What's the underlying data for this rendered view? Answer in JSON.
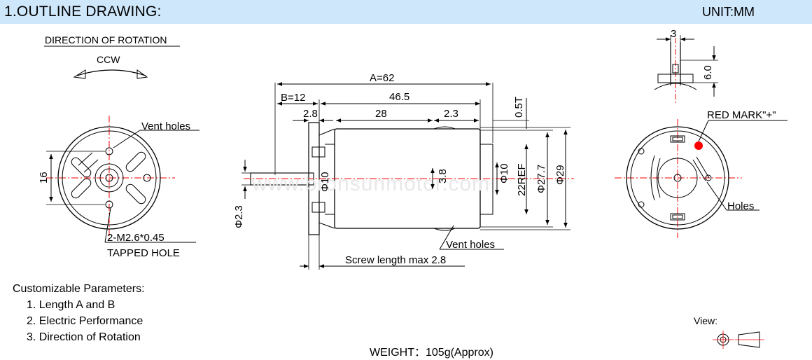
{
  "header": {
    "title": "1.OUTLINE DRAWING:",
    "unit": "UNIT:MM"
  },
  "rotation": {
    "label": "DIRECTION OF ROTATION",
    "direction": "CCW"
  },
  "front_view_left": {
    "vent_holes": "Vent holes",
    "dim_16": "16",
    "tapped_spec": "2-M2.6*0.45",
    "tapped_label": "TAPPED HOLE"
  },
  "side_view": {
    "dim_A": "A=62",
    "dim_B": "B=12",
    "dim_465": "46.5",
    "dim_28a": "2.8",
    "dim_28": "28",
    "dim_23": "2.3",
    "dim_05T": "0.5T",
    "dim_phi10a": "Φ10",
    "dim_38": "3.8",
    "dim_phi10b": "Φ10",
    "dim_22ref": "22REF",
    "dim_phi277": "Φ27.7",
    "dim_phi29": "Φ29",
    "dim_phi23": "Φ2.3",
    "vent_holes": "Vent holes",
    "screw_note": "Screw length max 2.8",
    "watermark": "www.bronsunmotor.com"
  },
  "shaft_detail": {
    "dim_3": "3",
    "dim_6": "6.0"
  },
  "rear_view": {
    "red_mark": "RED MARK\"+\"",
    "holes": "Holes",
    "red_color": "#ff0000"
  },
  "params": {
    "title": "Customizable Parameters:",
    "items": [
      "1. Length A and B",
      "2. Electric Performance",
      "3. Direction of Rotation"
    ]
  },
  "view": {
    "label": "View:"
  },
  "weight": "WEIGHT：105g(Approx)",
  "colors": {
    "header_bg": "#cfe7fb",
    "centerline": "#ff0000",
    "line": "#000000"
  }
}
